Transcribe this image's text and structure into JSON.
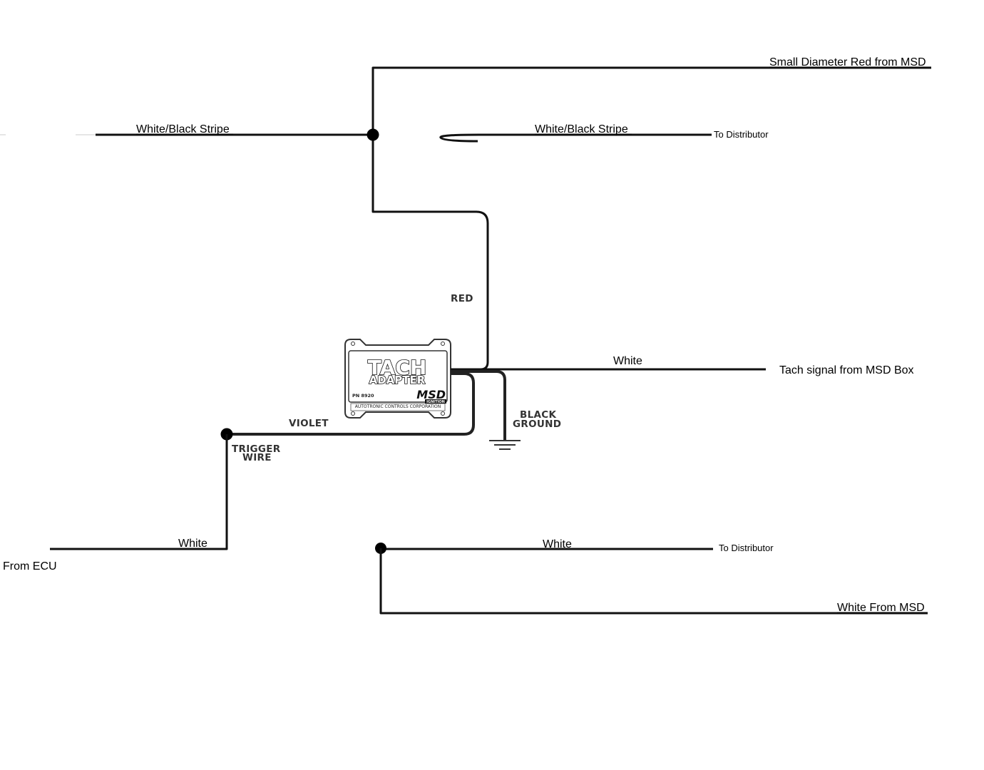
{
  "labels": {
    "small_red": "Small Diameter Red from MSD",
    "wb_left": "White/Black Stripe",
    "wb_right": "White/Black Stripe",
    "to_dist_top": "To Distributor",
    "red": "RED",
    "white_tach": "White",
    "tach_signal": "Tach signal from MSD Box",
    "black": "BLACK",
    "ground": "GROUND",
    "violet": "VIOLET",
    "trigger": "TRIGGER",
    "wire": "WIRE",
    "white_ecu": "White",
    "from_ecu": "From ECU",
    "white_dist": "White",
    "to_dist_bottom": "To Distributor",
    "white_msd": "White From MSD"
  },
  "device": {
    "title_line1": "TACH",
    "title_line2": "ADAPTER",
    "part_number": "PN 8920",
    "brand": "MSD",
    "brand_sub": "IGNITION",
    "maker": "AUTOTRONIC CONTROLS CORPORATION"
  },
  "icons": {
    "ground": "ground-symbol-icon",
    "junction": "junction-dot-icon"
  }
}
